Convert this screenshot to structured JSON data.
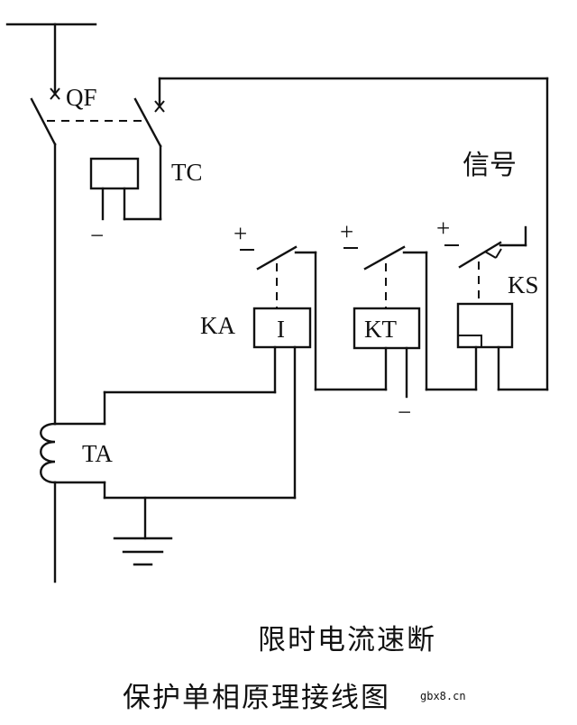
{
  "labels": {
    "qf": "QF",
    "tc": "TC",
    "ka": "KA",
    "ka_coil": "I",
    "kt": "KT",
    "ks": "KS",
    "ta": "TA",
    "signal": "信号",
    "plus": "+",
    "minus": "−"
  },
  "caption": {
    "line1": "限时电流速断",
    "line2": "保护单相原理接线图"
  },
  "watermark": "gbx8.cn"
}
